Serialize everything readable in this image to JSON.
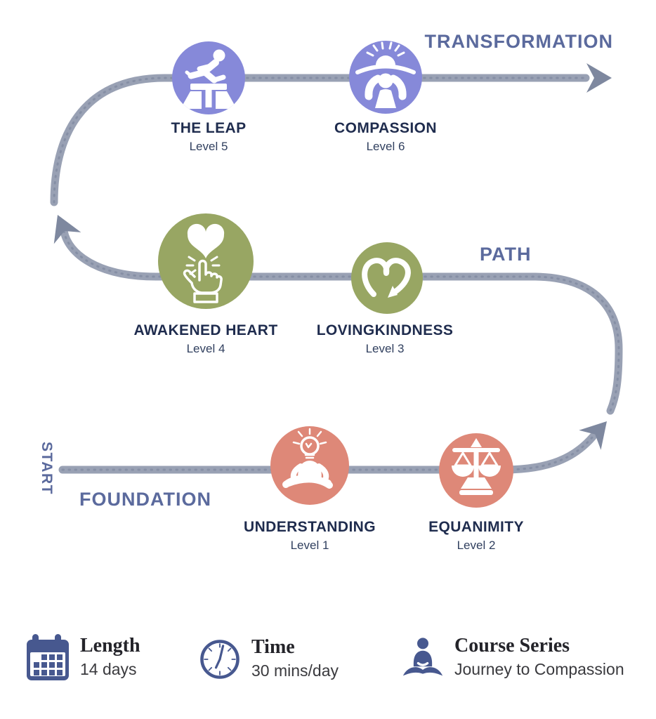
{
  "diagram": {
    "start_label": "START",
    "stage_labels": {
      "foundation": "FOUNDATION",
      "path": "PATH",
      "transformation": "TRANSFORMATION"
    },
    "nodes": [
      {
        "title": "UNDERSTANDING",
        "level": "Level 1",
        "color": "#de8878",
        "icon": "meditator-lightbulb-icon"
      },
      {
        "title": "EQUANIMITY",
        "level": "Level 2",
        "color": "#de8878",
        "icon": "balance-scales-icon"
      },
      {
        "title": "LOVINGKINDNESS",
        "level": "Level 3",
        "color": "#98a663",
        "icon": "heart-arrow-loop-icon"
      },
      {
        "title": "AWAKENED HEART",
        "level": "Level 4",
        "color": "#98a663",
        "icon": "hand-touch-heart-icon"
      },
      {
        "title": "THE LEAP",
        "level": "Level 5",
        "color": "#8689d9",
        "icon": "hurdler-icon"
      },
      {
        "title": "COMPASSION",
        "level": "Level 6",
        "color": "#8689d9",
        "icon": "person-sunrise-icon"
      }
    ],
    "colors": {
      "path_gray": "#99a1b4",
      "arrow_gray": "#7e889f",
      "stage_label_blue": "#5b6a9d",
      "node_title_navy": "#1f2c4e",
      "footer_icon_navy": "#47588f"
    }
  },
  "footer": {
    "items": [
      {
        "icon": "calendar-icon",
        "title": "Length",
        "value": "14 days"
      },
      {
        "icon": "clock-icon",
        "title": "Time",
        "value": "30 mins/day"
      },
      {
        "icon": "meditator-icon",
        "title": "Course Series",
        "value": "Journey to Compassion"
      }
    ]
  }
}
